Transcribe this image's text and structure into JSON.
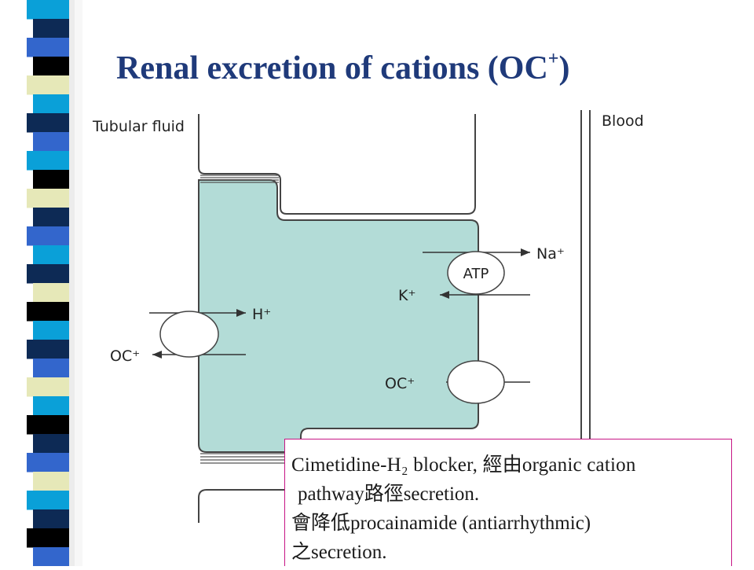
{
  "slide": {
    "title": "Renal excretion of cations (OC",
    "title_sup": "+",
    "title_close": ")"
  },
  "diagram": {
    "tubular_fluid_label": "Tubular fluid",
    "blood_label": "Blood",
    "na_label": "Na⁺",
    "atp_label": "ATP",
    "k_label": "K⁺",
    "h_label": "H⁺",
    "oc_left_label": "OC⁺",
    "oc_right_label": "OC⁺"
  },
  "note": {
    "line1": "Cimetidine-H₂ blocker, 經由organic cation",
    "line2": "pathway路徑secretion.",
    "line3": "會降低procainamide (antiarrhythmic)",
    "line4": "之secretion."
  },
  "colors": {
    "title": "#1f3a7a",
    "cell_fill": "#b3dcd7",
    "note_border": "#c71585",
    "stripe_navy": "#0d2a55",
    "stripe_blue": "#3366cc",
    "stripe_cyan": "#0aa0d8",
    "stripe_cream": "#e6e8b8",
    "stripe_black": "#000000"
  }
}
